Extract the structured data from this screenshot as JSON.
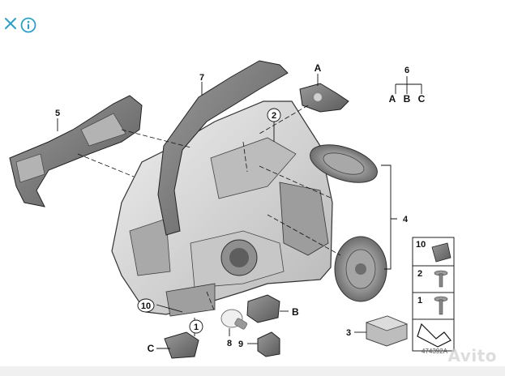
{
  "controls": {
    "close_icon": "close-icon",
    "info_icon": "info-icon",
    "accent_color": "#2aa0c8"
  },
  "diagram": {
    "callouts": {
      "p1": "1",
      "p2": "2",
      "p3": "3",
      "p4": "4",
      "p5": "5",
      "p6": "6",
      "p7": "7",
      "p8": "8",
      "p9": "9",
      "p10": "10",
      "lA": "A",
      "lB": "B",
      "lC": "C",
      "t6A": "A",
      "t6B": "B",
      "t6C": "C"
    },
    "legend": {
      "r10": "10",
      "r2": "2",
      "r1": "1"
    },
    "drawing_code": "474392A"
  },
  "watermark": "Avito"
}
